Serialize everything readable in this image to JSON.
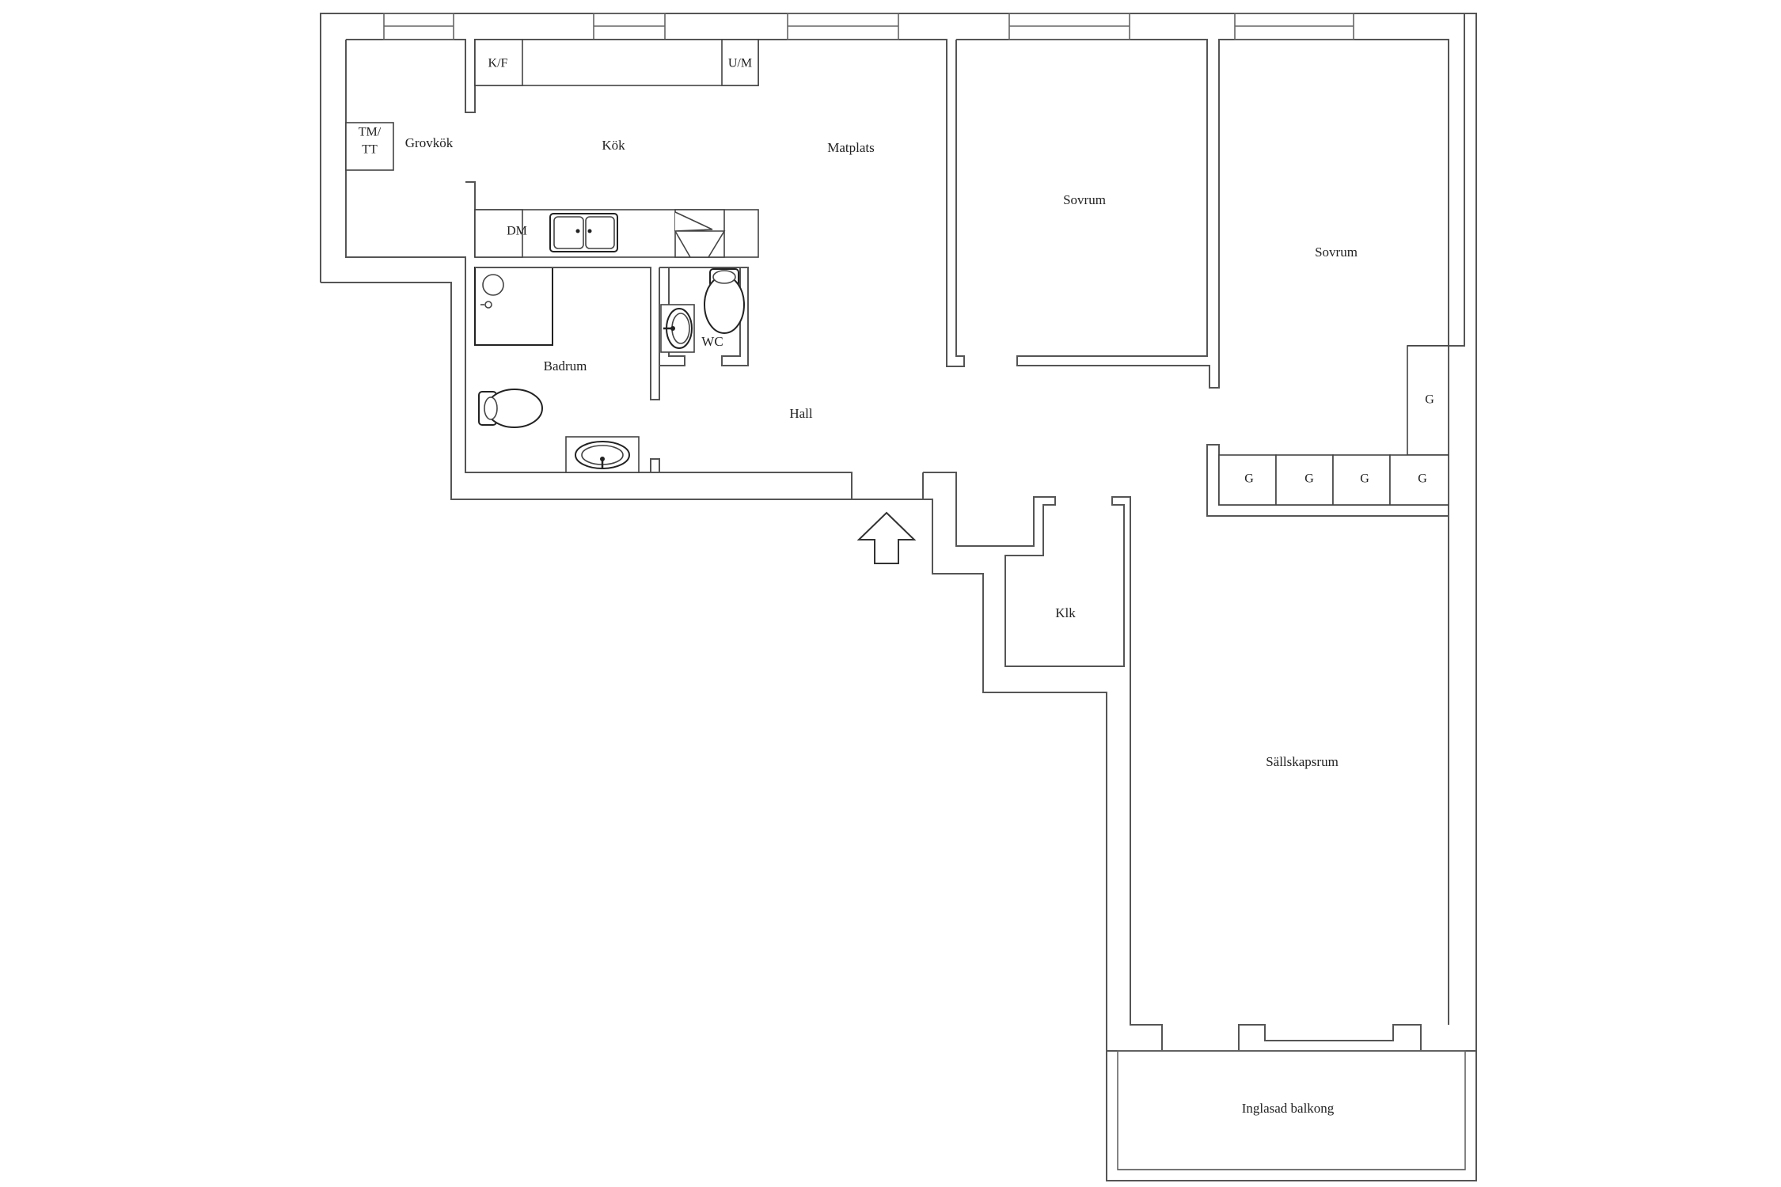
{
  "rooms": {
    "grovkok": "Grovkök",
    "kok": "Kök",
    "matplats": "Matplats",
    "sovrum_1": "Sovrum",
    "sovrum_2": "Sovrum",
    "badrum": "Badrum",
    "wc": "WC",
    "hall": "Hall",
    "klk": "Klk",
    "sallskapsrum": "Sällskapsrum",
    "balkong": "Inglasad balkong"
  },
  "fixtures": {
    "tm_line1": "TM/",
    "tm_line2": "TT",
    "kf": "K/F",
    "um": "U/M",
    "dm": "DM",
    "wardrobe_tall": "G",
    "wardrobes": [
      "G",
      "G",
      "G",
      "G"
    ]
  },
  "colors": {
    "wall": "#555555",
    "background": "#ffffff"
  }
}
